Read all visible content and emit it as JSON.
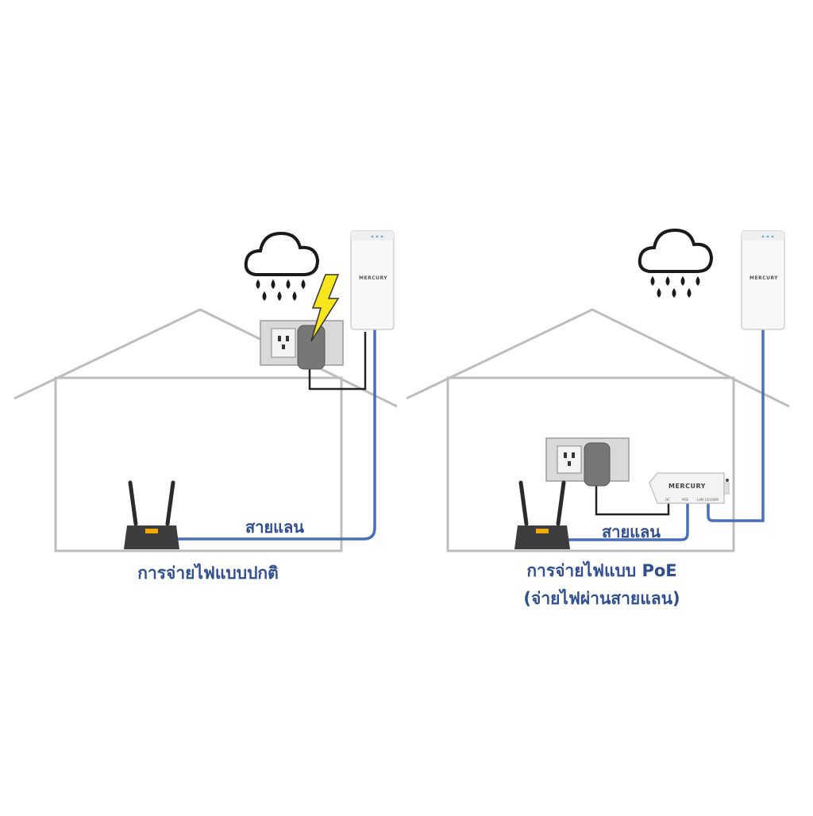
{
  "left_scene": {
    "cable_label": "สายแลน",
    "caption": "การจ่ายไฟแบบปกติ",
    "ap_brand": "MERCURY"
  },
  "right_scene": {
    "cable_label": "สายแลน",
    "caption_line1": "การจ่ายไฟแบบ PoE",
    "caption_line2": "(จ่ายไฟผ่านสายแลน)",
    "ap_brand": "MERCURY",
    "injector_brand": "MERCURY",
    "injector_ports": [
      "DC",
      "POE",
      "LAN 10/100M"
    ]
  },
  "icons": [
    "cloud-icon",
    "rain-icon",
    "lightning-icon",
    "wall-outlet-icon",
    "power-adapter-icon",
    "access-point-icon",
    "router-icon",
    "poe-injector-icon",
    "house-outline"
  ],
  "colors": {
    "lan_cable": "#4a6fb5",
    "power_cable": "#222222",
    "house_outline": "#bdbdbd",
    "lightning": "#f7e51e",
    "text": "#2f4f91"
  }
}
